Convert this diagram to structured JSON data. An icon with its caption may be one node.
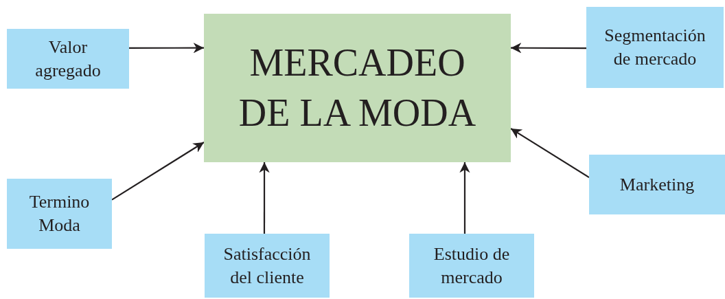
{
  "diagram": {
    "nodes": [
      {
        "text": [
          "MERCADEO DE LA MODA"
        ]
      },
      {
        "text": [
          "Valor agregado"
        ]
      },
      {
        "text": [
          "Segmentación de mercado"
        ]
      },
      {
        "text": [
          "Termino Moda"
        ]
      },
      {
        "text": [
          "Marketing"
        ]
      },
      {
        "text": [
          "Satisfacción del cliente"
        ]
      },
      {
        "text": [
          "Estudio de mercado"
        ]
      }
    ],
    "edges": [
      {
        "from": 1,
        "to": 0,
        "arrow": "to"
      },
      {
        "from": 2,
        "to": 0,
        "arrow": "to"
      },
      {
        "from": 3,
        "to": 0,
        "arrow": "to"
      },
      {
        "from": 4,
        "to": 0,
        "arrow": "to"
      },
      {
        "from": 5,
        "to": 0,
        "arrow": "to"
      },
      {
        "from": 6,
        "to": 0,
        "arrow": "to"
      }
    ]
  }
}
